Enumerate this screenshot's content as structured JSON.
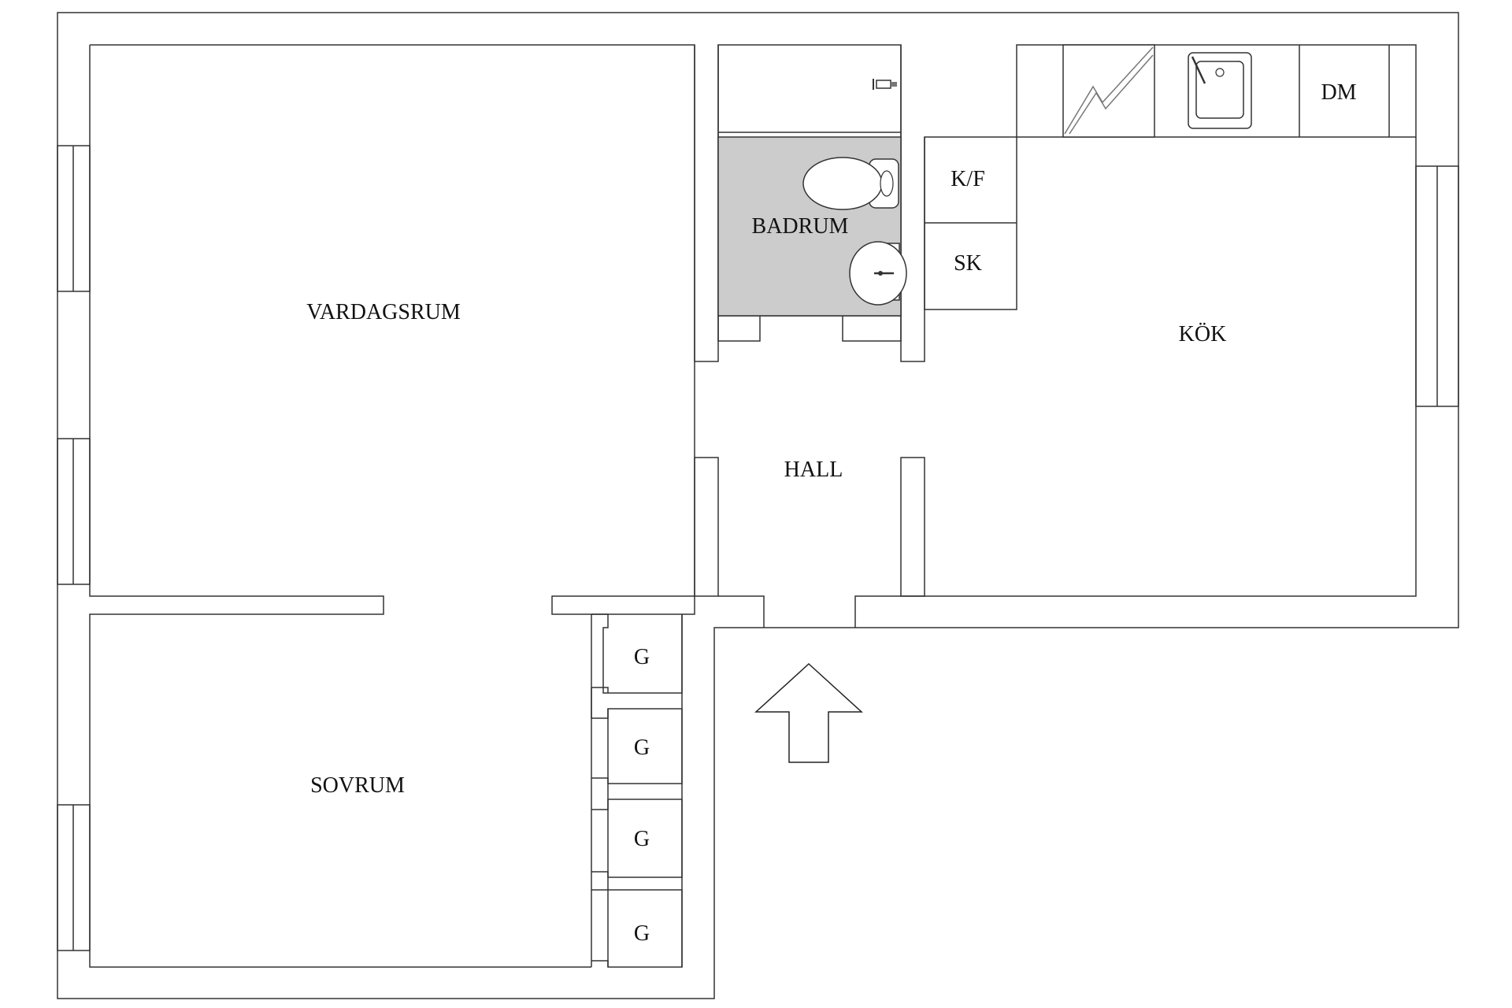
{
  "plan": {
    "rooms": {
      "living_room": "VARDAGSRUM",
      "bathroom": "BADRUM",
      "hall": "HALL",
      "kitchen": "KÖK",
      "bedroom": "SOVRUM"
    },
    "fixtures": {
      "fridge_freezer": "K/F",
      "cabinet": "SK",
      "dishwasher": "DM",
      "wardrobe": "G"
    },
    "colors": {
      "bathroom_floor": "#cccccc",
      "walls": "#222222",
      "background": "#ffffff"
    },
    "icons": [
      "toilet-icon",
      "washbasin-icon",
      "sink-icon",
      "stove-icon",
      "shower-icon",
      "entrance-arrow-icon"
    ]
  }
}
